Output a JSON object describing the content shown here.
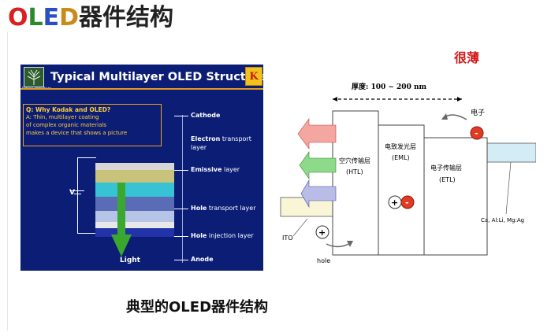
{
  "heading": {
    "l1": "O",
    "l2": "L",
    "l3": "E",
    "l4": "D",
    "rest": "器件结构"
  },
  "thin_note": "很薄",
  "slide": {
    "logo_caption": "Small Wonders",
    "title": "Typical Multilayer OLED Structure",
    "brand_letter": "K",
    "question": "Q: Why Kodak and OLED?",
    "answer": [
      "A: Thin, multilayer coating",
      "of complex organic materials",
      "makes a device that shows a picture"
    ],
    "layers": [
      {
        "bold": "Cathode",
        "rest": ""
      },
      {
        "bold": "Electron",
        "rest": " transport"
      },
      {
        "bold": "",
        "rest": "layer"
      },
      {
        "bold": "Emissive",
        "rest": " layer"
      },
      {
        "bold": "Hole",
        "rest": " transport layer"
      },
      {
        "bold": "Hole",
        "rest": " injection layer"
      },
      {
        "bold": "Anode",
        "rest": ""
      }
    ],
    "voltage": "V",
    "light": "Light"
  },
  "diagram": {
    "thickness": "厚度: 100 ~ 200 nm",
    "electron": "电子",
    "htl_cn": "空穴传输层",
    "htl_en": "(HTL)",
    "eml_cn": "电致发光层",
    "eml_en": "(EML)",
    "etl_cn": "电子传输层",
    "etl_en": "(ETL)",
    "ito": "ITO",
    "hole": "hole",
    "cathode_metal": "Ca, Al:Li, Mg:Ag",
    "plus": "+",
    "minus": "-"
  },
  "caption": "典型的OLED器件结构"
}
